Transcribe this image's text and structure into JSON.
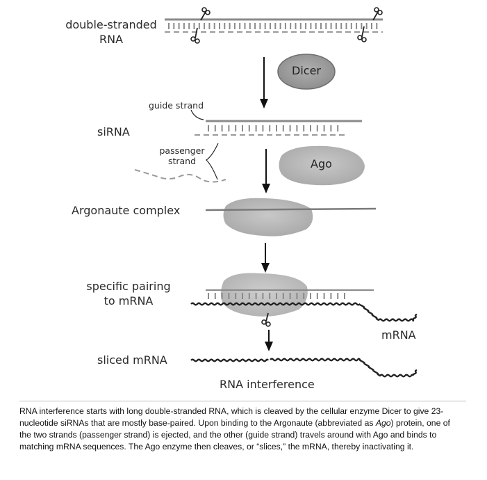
{
  "labels": {
    "double_stranded_rna": [
      "double-stranded",
      "RNA"
    ],
    "dicer": "Dicer",
    "guide_strand": "guide strand",
    "sirna": "siRNA",
    "passenger_strand": [
      "passenger",
      "strand"
    ],
    "ago": "Ago",
    "argonaute_complex": "Argonaute complex",
    "specific_pairing": [
      "specific pairing",
      "to mRNA"
    ],
    "mrna": "mRNA",
    "sliced_mrna": "sliced mRNA",
    "title": "RNA interference"
  },
  "caption": {
    "part1": "RNA interference starts with long double-stranded RNA, which is cleaved by the cellular enzyme Dicer to give 23-nucleotide siRNAs that are mostly base-paired. Upon binding to the Argonaute (abbreviated as ",
    "ago_italic": "Ago",
    "part2": ") protein, one of the two strands (passenger strand) is ejected, and the other (guide strand) travels around with Ago and binds to matching mRNA sequences. The Ago enzyme then cleaves, or “slices,” the mRNA, thereby inactivating it."
  },
  "colors": {
    "protein_fill": "#b9b9b9",
    "strand": "#8a8a8a",
    "mrna": "#222222"
  }
}
